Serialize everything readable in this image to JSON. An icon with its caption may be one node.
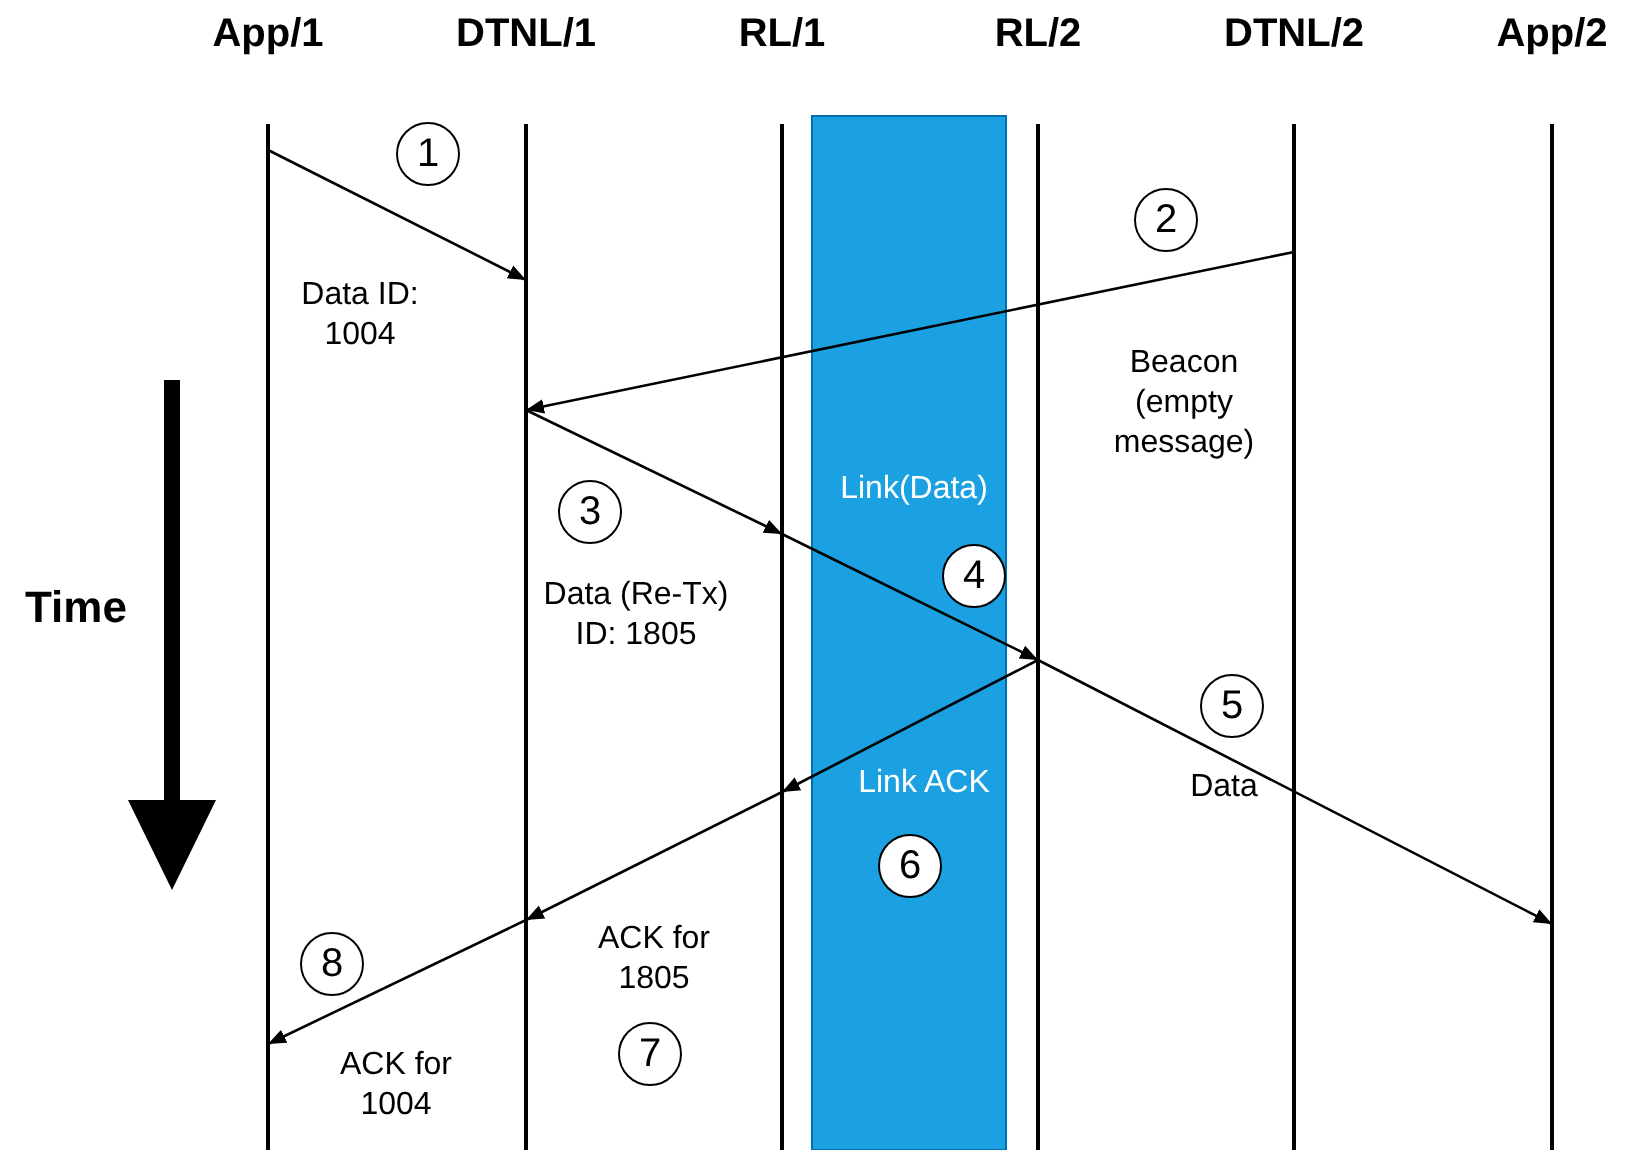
{
  "diagram": {
    "nodes": [
      {
        "text": [
          "App/1"
        ]
      },
      {
        "text": [
          "DTNL/1"
        ]
      },
      {
        "text": [
          "RL/1"
        ]
      },
      {
        "text": [
          "RL/2"
        ]
      },
      {
        "text": [
          "DTNL/2"
        ]
      },
      {
        "text": [
          "App/2"
        ]
      },
      {
        "text": [
          "1"
        ]
      },
      {
        "text": [
          "2"
        ]
      },
      {
        "text": [
          "3"
        ]
      },
      {
        "text": [
          "4"
        ]
      },
      {
        "text": [
          "5"
        ]
      },
      {
        "text": [
          "6"
        ]
      },
      {
        "text": [
          "7"
        ]
      },
      {
        "text": [
          "8"
        ]
      }
    ],
    "edges": [
      {
        "from": 0,
        "to": 1,
        "arrow": "to",
        "label": "Data ID: 1004"
      },
      {
        "from": 4,
        "to": 1,
        "arrow": "to",
        "label": "Beacon (empty message)"
      },
      {
        "from": 1,
        "to": 2,
        "arrow": "to",
        "label": "Data (Re-Tx) ID: 1805"
      },
      {
        "from": 2,
        "to": 3,
        "arrow": "to",
        "label": "Link(Data)"
      },
      {
        "from": 3,
        "to": 5,
        "arrow": "to",
        "label": "Data"
      },
      {
        "from": 3,
        "to": 2,
        "arrow": "to",
        "label": "Link ACK"
      },
      {
        "from": 2,
        "to": 1,
        "arrow": "to",
        "label": "ACK for 1805"
      },
      {
        "from": 1,
        "to": 0,
        "arrow": "to",
        "label": "ACK for 1004"
      }
    ],
    "labels": [
      "Time"
    ]
  }
}
